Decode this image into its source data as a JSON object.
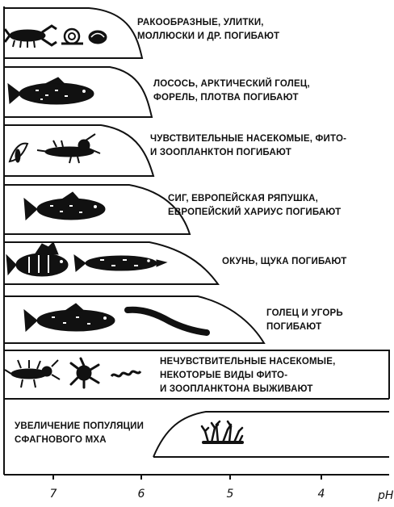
{
  "bands": [
    {
      "lines": [
        "РАКООБРАЗНЫЕ, УЛИТКИ,",
        "МОЛЛЮСКИ И ДР. ПОГИБАЮТ"
      ],
      "organisms": [
        "crayfish-icon",
        "snail-icon",
        "mussel-icon"
      ]
    },
    {
      "lines": [
        "ЛОСОСЬ, АРКТИЧЕСКИЙ ГОЛЕЦ,",
        "ФОРЕЛЬ, ПЛОТВА ПОГИБАЮТ"
      ],
      "organisms": [
        "trout-icon"
      ]
    },
    {
      "lines": [
        "ЧУВСТВИТЕЛЬНЫЕ НАСЕКОМЫЕ, ФИТО-",
        "И ЗООПЛАНКТОН ПОГИБАЮТ"
      ],
      "organisms": [
        "insect-icon",
        "larva-icon"
      ]
    },
    {
      "lines": [
        "СИГ, ЕВРОПЕЙСКАЯ РЯПУШКА,",
        "ЕВРОПЕЙСКИЙ ХАРИУС ПОГИБАЮТ"
      ],
      "organisms": [
        "whitefish-icon"
      ]
    },
    {
      "lines": [
        "ОКУНЬ, ЩУКА ПОГИБАЮТ"
      ],
      "organisms": [
        "perch-icon",
        "pike-icon"
      ]
    },
    {
      "lines": [
        "ГОЛЕЦ И УГОРЬ",
        "ПОГИБАЮТ"
      ],
      "organisms": [
        "char-icon",
        "eel-icon"
      ]
    },
    {
      "lines": [
        "НЕЧУВСТВИТЕЛЬНЫЕ НАСЕКОМЫЕ,",
        "НЕКОТОРЫЕ ВИДЫ ФИТО-",
        "И ЗООПЛАНКТОНА ВЫЖИВАЮТ"
      ],
      "organisms": [
        "water-bug-icon",
        "plankton-icon",
        "worm-icon"
      ]
    },
    {
      "lines": [
        "УВЕЛИЧЕНИЕ ПОПУЛЯЦИИ",
        "СФАГНОВОГО МХА"
      ],
      "organisms": [
        "sphagnum-moss-icon"
      ]
    }
  ],
  "axis": {
    "ticks": [
      "7",
      "6",
      "5",
      "4"
    ],
    "unit": "pH"
  }
}
